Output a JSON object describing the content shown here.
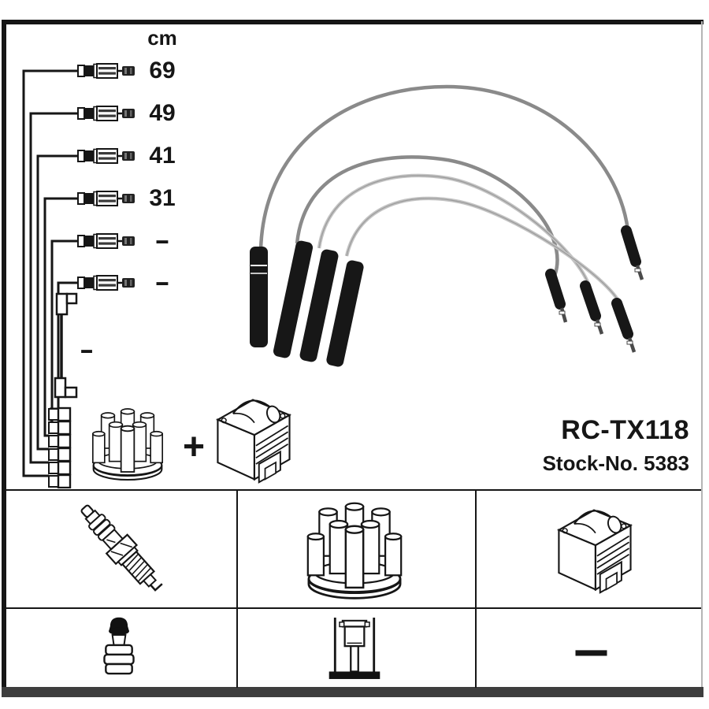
{
  "product": {
    "part_number": "RC-TX118",
    "stock_number": "Stock-No. 5383"
  },
  "lengths_table": {
    "unit_header": "cm",
    "values": [
      "69",
      "49",
      "41",
      "31",
      "–",
      "–"
    ],
    "coil_wire_value": "–"
  },
  "kit_formula": {
    "plus": "+"
  },
  "grid": {
    "no_item_dash": "—"
  },
  "icons": {
    "left_column": [
      "lead-end-icon",
      "coil-lead-icon",
      "lead-terminals-icon",
      "distributor-cap-icon",
      "ignition-coil-icon"
    ],
    "center": "ignition-lead-set-icon",
    "row1": [
      "spark-plug-icon",
      "distributor-cap-icon",
      "ignition-coil-icon"
    ],
    "row2": [
      "terminal-nut-icon",
      "plug-connector-icon",
      "dash"
    ]
  },
  "colors": {
    "ink": "#161616",
    "wire_gray": "#8a8a8a",
    "wire_light": "#c3c3c3",
    "bottom_bar": "#3e3e3e",
    "background": "#ffffff"
  }
}
